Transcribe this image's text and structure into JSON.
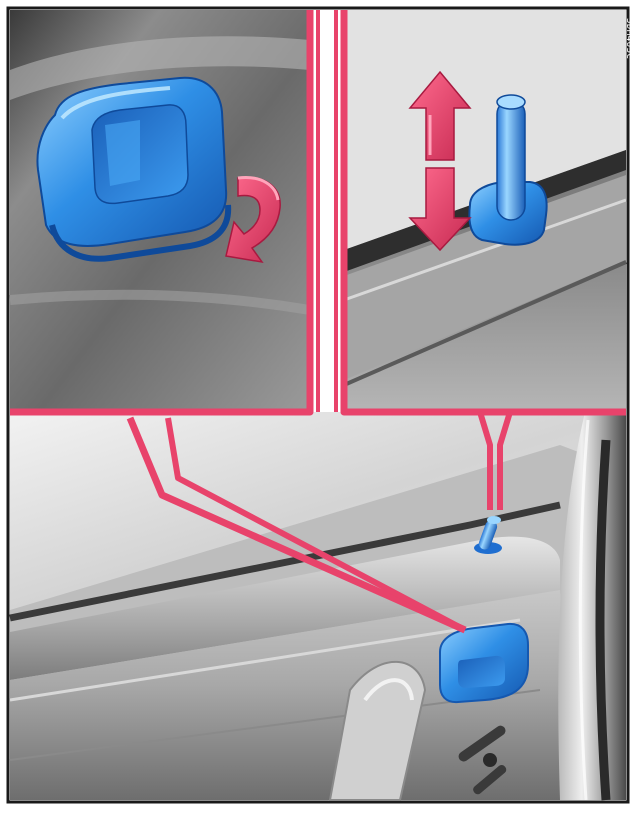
{
  "figure": {
    "code_label": "3DM463C",
    "colors": {
      "frame": "#e8436b",
      "part_blue": "#2f8fe6",
      "part_blue_dark": "#1558b0",
      "part_blue_light": "#8fd0ff",
      "arrow": "#e8436b",
      "arrow_dark": "#b01e45",
      "panel_dark": "#5a5a5a",
      "panel_light": "#d9d9d9"
    },
    "panels": [
      {
        "id": "door-handle-detail",
        "icon": "interior-door-handle",
        "arrow": "curved-pull-arrow"
      },
      {
        "id": "lock-button-detail",
        "icon": "door-lock-pin",
        "arrow": "up-down-arrows"
      },
      {
        "id": "door-overview",
        "icon": "car-door-interior"
      }
    ]
  }
}
